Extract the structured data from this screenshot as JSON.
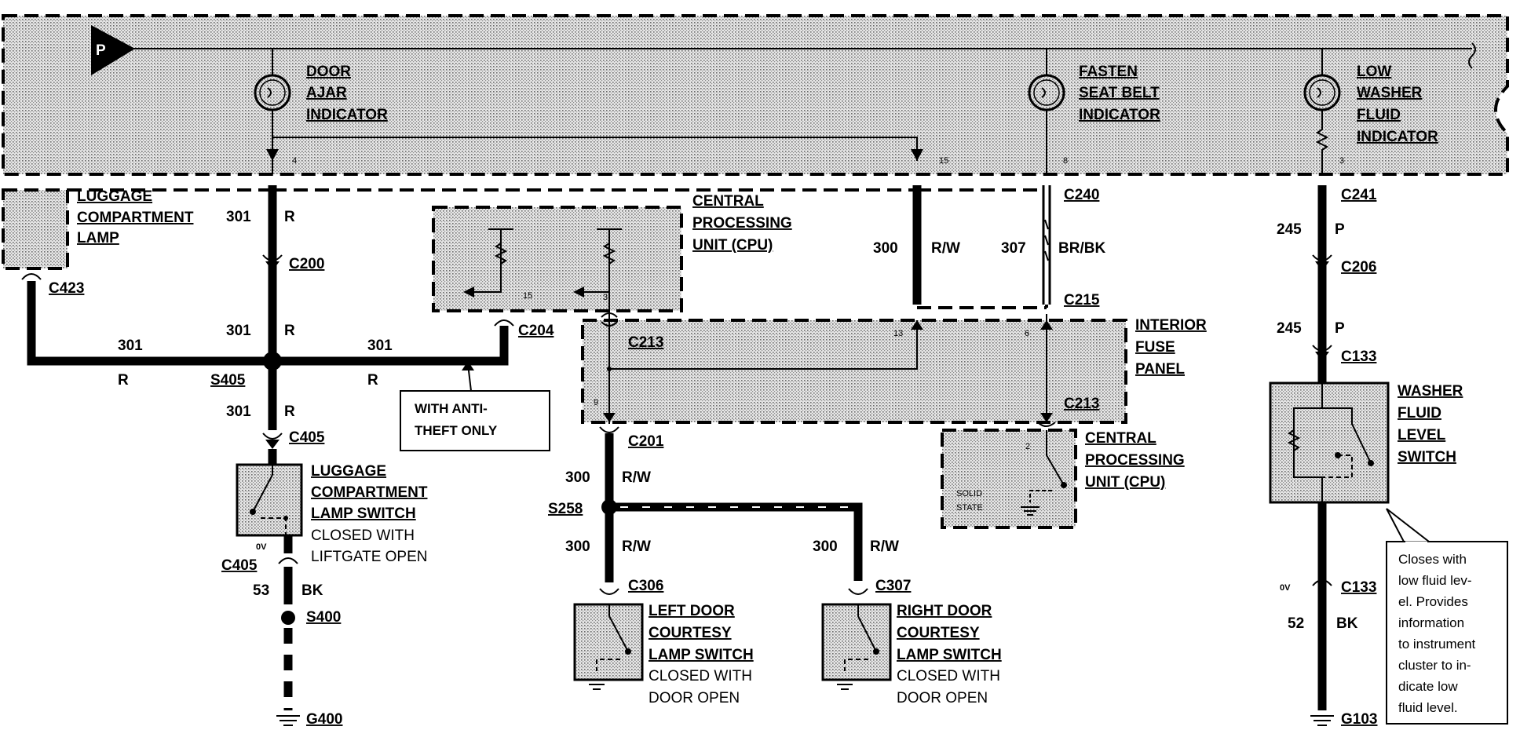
{
  "cluster": {
    "power_label": "P",
    "door_ajar": [
      "DOOR",
      "AJAR",
      "INDICATOR"
    ],
    "fasten_seat_belt": [
      "FASTEN",
      "SEAT BELT",
      "INDICATOR"
    ],
    "low_washer": [
      "LOW",
      "WASHER",
      "FLUID",
      "INDICATOR"
    ],
    "pin_4": "4",
    "pin_15": "15",
    "pin_8": "8",
    "pin_3": "3"
  },
  "luggage_lamp": [
    "LUGGAGE",
    "COMPARTMENT",
    "LAMP"
  ],
  "cpu_top": {
    "title": [
      "CENTRAL",
      "PROCESSING",
      "UNIT (CPU)"
    ],
    "pin_15": "15",
    "pin_3": "3"
  },
  "interior_fuse_panel": {
    "title": [
      "INTERIOR",
      "FUSE",
      "PANEL"
    ],
    "pin_13": "13",
    "pin_6": "6",
    "pin_9": "9"
  },
  "cpu_bottom": {
    "title": [
      "CENTRAL",
      "PROCESSING",
      "UNIT (CPU)"
    ],
    "pin_2": "2",
    "solid_state": [
      "SOLID",
      "STATE"
    ]
  },
  "washer_switch": [
    "WASHER",
    "FLUID",
    "LEVEL",
    "SWITCH"
  ],
  "anti_theft_note": [
    "WITH ANTI-",
    "THEFT ONLY"
  ],
  "washer_note": [
    "Closes with",
    "low fluid lev-",
    "el.  Provides",
    "information",
    "to instrument",
    "cluster to in-",
    "dicate low",
    "fluid level."
  ],
  "luggage_switch": {
    "title": [
      "LUGGAGE",
      "COMPARTMENT",
      "LAMP SWITCH"
    ],
    "caption": [
      "CLOSED WITH",
      "LIFTGATE OPEN"
    ]
  },
  "left_door_switch": {
    "title": [
      "LEFT DOOR",
      "COURTESY",
      "LAMP SWITCH"
    ],
    "caption": [
      "CLOSED WITH",
      "DOOR OPEN"
    ]
  },
  "right_door_switch": {
    "title": [
      "RIGHT DOOR",
      "COURTESY",
      "LAMP SWITCH"
    ],
    "caption": [
      "CLOSED WITH",
      "DOOR OPEN"
    ]
  },
  "connectors": {
    "c423": "C423",
    "c200": "C200",
    "c204": "C204",
    "c405a": "C405",
    "c405b": "C405",
    "c240": "C240",
    "c215": "C215",
    "c213a": "C213",
    "c213b": "C213",
    "c201": "C201",
    "c306": "C306",
    "c307": "C307",
    "c241": "C241",
    "c206": "C206",
    "c133a": "C133",
    "c133b": "C133"
  },
  "splices": {
    "s405": "S405",
    "s400": "S400",
    "s258": "S258"
  },
  "grounds": {
    "g400": "G400",
    "g103": "G103"
  },
  "wires": {
    "w301_a": "301",
    "r_a": "R",
    "w301_b": "301",
    "r_b": "R",
    "w301_left": "301",
    "r_left": "R",
    "w301_right": "301",
    "r_right": "R",
    "w301_c": "301",
    "r_c": "R",
    "w53": "53",
    "bk_53": "BK",
    "w300_top": "300",
    "rw_top": "R/W",
    "w307": "307",
    "brbk": "BR/BK",
    "w245_a": "245",
    "p_a": "P",
    "w245_b": "245",
    "p_b": "P",
    "w300_b": "300",
    "rw_b": "R/W",
    "w300_c": "300",
    "rw_c": "R/W",
    "w300_d": "300",
    "rw_d": "R/W",
    "w52": "52",
    "bk_52": "BK",
    "ov_a": "0V",
    "ov_b": "0V"
  }
}
